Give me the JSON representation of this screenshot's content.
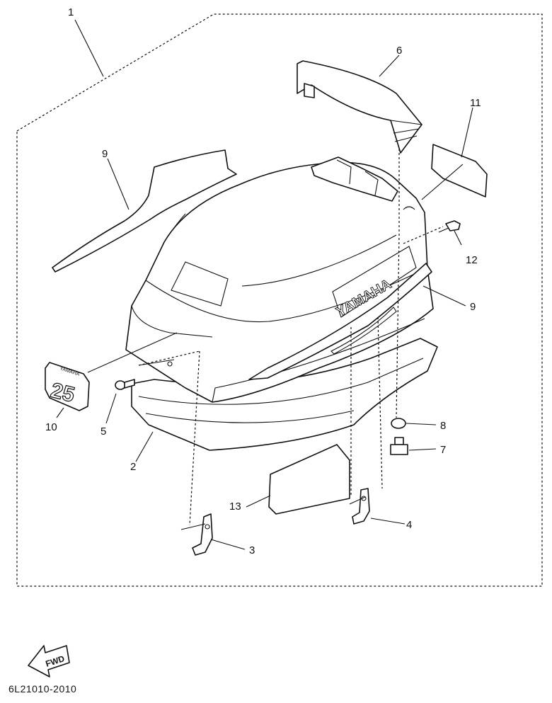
{
  "diagram": {
    "callouts": [
      {
        "id": "c1",
        "text": "1"
      },
      {
        "id": "c2",
        "text": "2"
      },
      {
        "id": "c3",
        "text": "3"
      },
      {
        "id": "c4",
        "text": "4"
      },
      {
        "id": "c5",
        "text": "5"
      },
      {
        "id": "c6",
        "text": "6"
      },
      {
        "id": "c7",
        "text": "7"
      },
      {
        "id": "c8",
        "text": "8"
      },
      {
        "id": "c9a",
        "text": "9"
      },
      {
        "id": "c9b",
        "text": "9"
      },
      {
        "id": "c10",
        "text": "10"
      },
      {
        "id": "c11",
        "text": "11"
      },
      {
        "id": "c12",
        "text": "12"
      },
      {
        "id": "c13",
        "text": "13"
      }
    ],
    "cowl_brand": "YAMAHA",
    "badge_brand": "YAMAHA",
    "badge_number": "25",
    "fwd_label": "FWD",
    "part_code": "6L21010-2010"
  },
  "colors": {
    "line": "#111111",
    "background": "#ffffff"
  }
}
